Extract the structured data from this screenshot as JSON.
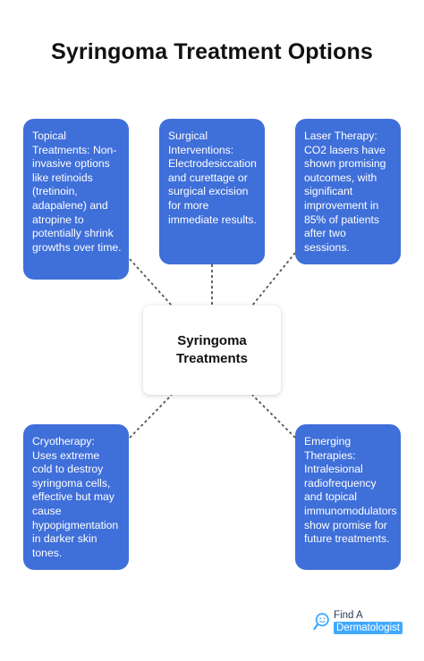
{
  "title": "Syringoma Treatment Options",
  "center_label": "Syringoma Treatments",
  "cards": [
    {
      "text": "Topical Treatments: Non-invasive options like retinoids (tretinoin, adapalene) and atropine to potentially shrink growths over time."
    },
    {
      "text": "Surgical Interventions: Electrodesiccation and curettage or surgical excision for more immediate results."
    },
    {
      "text": "Laser Therapy: CO2 lasers have shown promising outcomes, with significant improvement in 85% of patients after two sessions."
    },
    {
      "text": "Cryotherapy: Uses extreme cold to destroy syringoma cells, effective but may cause hypopigmentation in darker skin tones."
    },
    {
      "text": "Emerging Therapies: Intralesional radiofrequency and topical immunomodulators show promise for future treatments."
    }
  ],
  "logo": {
    "line1": "Find A",
    "line2": "Dermatologist"
  },
  "colors": {
    "card": "#3f6fd9",
    "connector": "#555555",
    "logo_accent": "#3fa9ff"
  }
}
